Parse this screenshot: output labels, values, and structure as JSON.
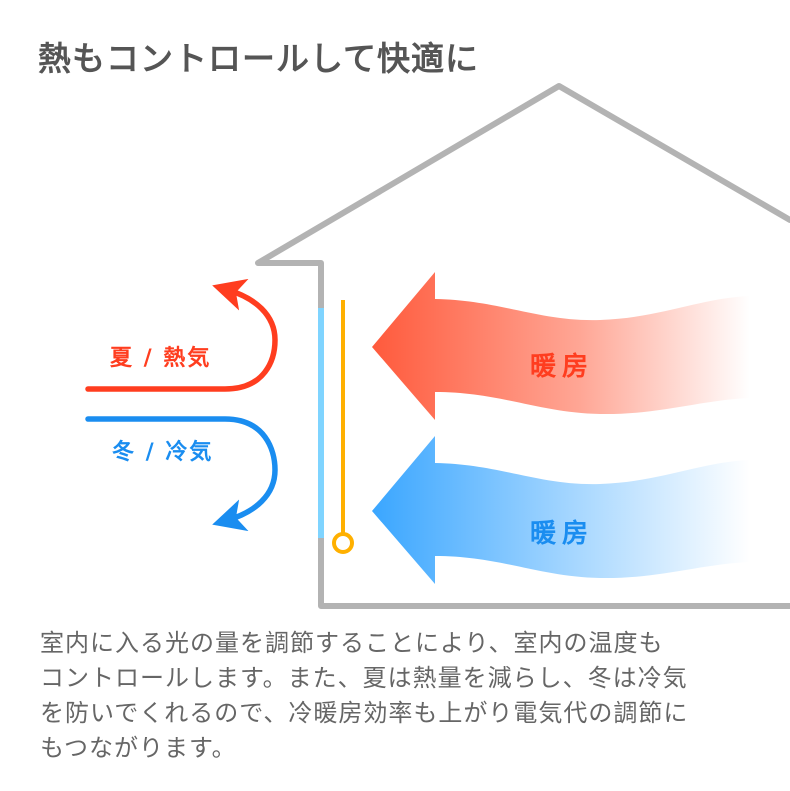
{
  "title": "熱もコントロールして快適に",
  "diagram": {
    "summer_label": "夏 / 熱気",
    "winter_label": "冬 / 冷気",
    "heating_top_label": "暖房",
    "heating_bottom_label": "暖房",
    "colors": {
      "house_outline": "#b3b3b3",
      "window": "#7fd4ff",
      "rod": "#ffb000",
      "summer_arrow": "#ff3d1f",
      "winter_arrow": "#1a8df0",
      "heat_arrow_red": "#ff5a3c",
      "heat_arrow_blue": "#3aa6ff"
    }
  },
  "description": {
    "lines": [
      "室内に入る光の量を調節することにより、室内の温度も",
      "コントロールします。また、夏は熱量を減らし、冬は冷気",
      "を防いでくれるので、冷暖房効率も上がり電気代の調節に",
      "もつながります。"
    ]
  }
}
